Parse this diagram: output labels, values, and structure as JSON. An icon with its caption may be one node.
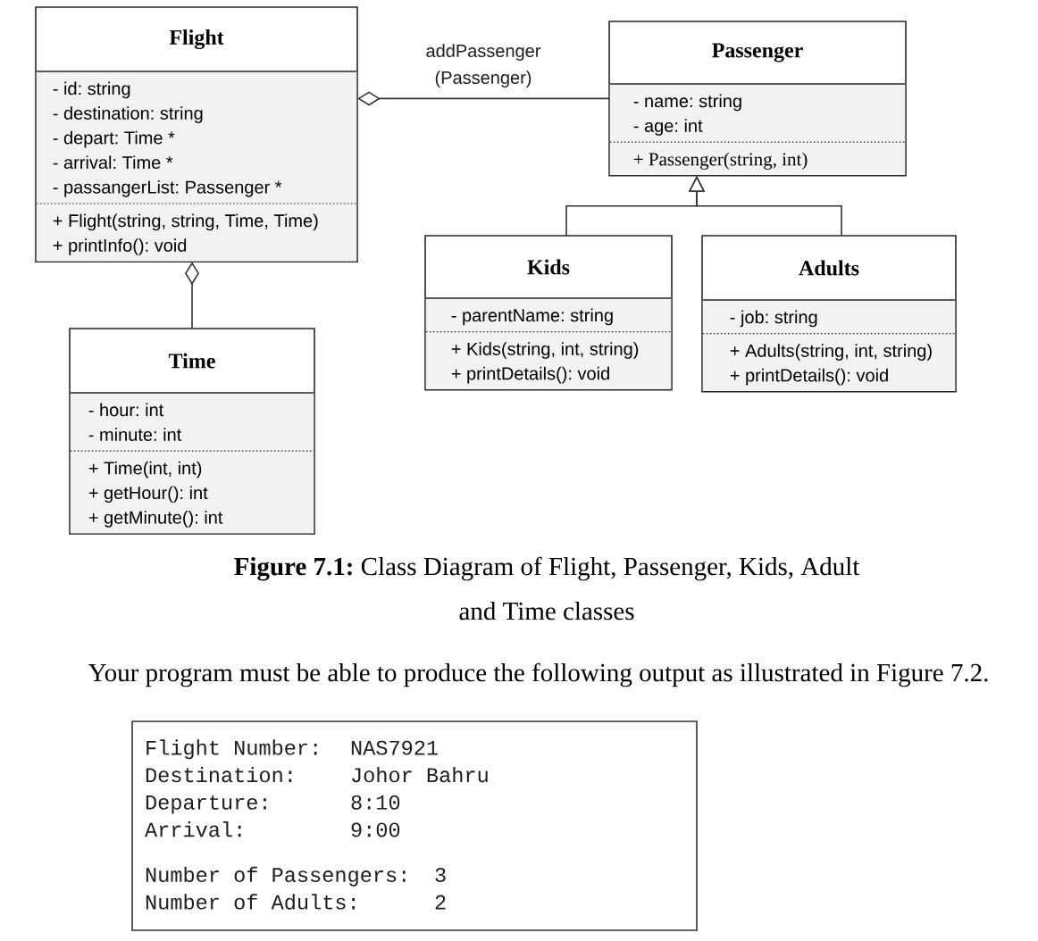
{
  "diagram": {
    "caption": "**Figure 7.1:** Class Diagram of Flight, Passenger, Kids, Adult and Time classes",
    "nodes": [
      {
        "text": [
          "Flight"
        ]
      },
      {
        "text": [
          "- id: string",
          "- destination: string",
          "- depart: Time *",
          "- arrival: Time *",
          "- passangerList: Passenger *"
        ],
        "in": 0
      },
      {
        "text": [
          "+ Flight(string, string, Time, Time)",
          "+ printInfo(): void"
        ],
        "in": 0
      },
      {
        "text": [
          "Passenger"
        ]
      },
      {
        "text": [
          "- name: string",
          "- age: int"
        ],
        "in": 3
      },
      {
        "text": [
          "+ Passenger(string, int)"
        ],
        "in": 3
      },
      {
        "text": [
          "Kids"
        ]
      },
      {
        "text": [
          "- parentName: string"
        ],
        "in": 6
      },
      {
        "text": [
          "+ Kids(string, int, string)",
          "+ printDetails(): void"
        ],
        "in": 6
      },
      {
        "text": [
          "Adults"
        ]
      },
      {
        "text": [
          "- job: string"
        ],
        "in": 9
      },
      {
        "text": [
          "+ Adults(string, int, string)",
          "+ printDetails(): void"
        ],
        "in": 9
      },
      {
        "text": [
          "Time"
        ]
      },
      {
        "text": [
          "- hour: int",
          "- minute: int"
        ],
        "in": 12
      },
      {
        "text": [
          "+ Time(int, int)",
          "+ getHour(): int",
          "+ getMinute(): int"
        ],
        "in": 12
      },
      {
        "text": [
          "Flight Number:",
          "NAS7921",
          "Destination:",
          "Johor Bahru",
          "Departure:",
          "8:10",
          "Arrival:",
          "9:00",
          "Number of Passengers:",
          "3",
          "Number of Adults:",
          "2"
        ]
      }
    ],
    "edges": [
      {
        "from": 3,
        "to": 0,
        "arrow": "other",
        "label": "addPassenger (Passenger)"
      },
      {
        "from": 12,
        "to": 0,
        "arrow": "other"
      },
      {
        "from": 6,
        "to": 3,
        "arrow": "to"
      },
      {
        "from": 9,
        "to": 3,
        "arrow": "to"
      }
    ],
    "labels": [
      "Your program must be able to produce the following output as illustrated in Figure 7.2."
    ]
  }
}
